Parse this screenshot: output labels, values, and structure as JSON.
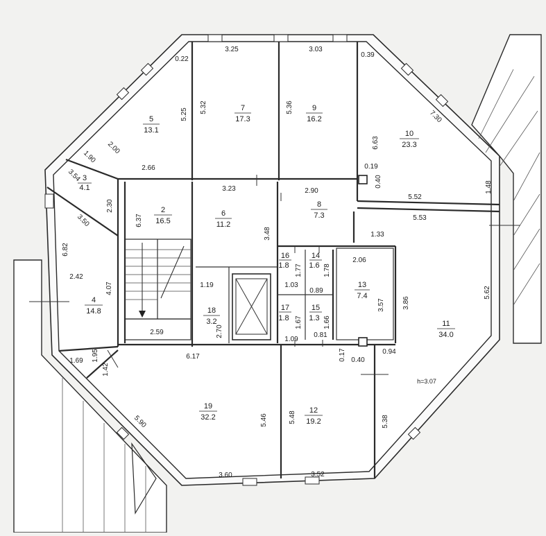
{
  "height_note": "h=3.07",
  "rooms": [
    {
      "id": "5",
      "no": "5",
      "area": "13.1"
    },
    {
      "id": "7",
      "no": "7",
      "area": "17.3"
    },
    {
      "id": "9",
      "no": "9",
      "area": "16.2"
    },
    {
      "id": "10",
      "no": "10",
      "area": "23.3"
    },
    {
      "id": "3",
      "no": "3",
      "area": "4.1"
    },
    {
      "id": "2",
      "no": "2",
      "area": "16.5"
    },
    {
      "id": "6",
      "no": "6",
      "area": "11.2"
    },
    {
      "id": "8",
      "no": "8",
      "area": "7.3"
    },
    {
      "id": "16",
      "no": "16",
      "area": "1.8"
    },
    {
      "id": "14",
      "no": "14",
      "area": "1.6"
    },
    {
      "id": "13",
      "no": "13",
      "area": "7.4"
    },
    {
      "id": "4",
      "no": "4",
      "area": "14.8"
    },
    {
      "id": "18",
      "no": "18",
      "area": "3.2"
    },
    {
      "id": "17",
      "no": "17",
      "area": "1.8"
    },
    {
      "id": "15",
      "no": "15",
      "area": "1.3"
    },
    {
      "id": "11",
      "no": "11",
      "area": "34.0"
    },
    {
      "id": "19",
      "no": "19",
      "area": "32.2"
    },
    {
      "id": "12",
      "no": "12",
      "area": "19.2"
    }
  ],
  "dimensions": [
    "3.25",
    "3.03",
    "0.22",
    "0.39",
    "5.25",
    "5.32",
    "5.36",
    "6.63",
    "7.30",
    "2.00",
    "1.90",
    "2.66",
    "0.19",
    "0.40",
    "1.48",
    "3.54",
    "3.23",
    "2.90",
    "5.52",
    "5.53",
    "2.30",
    "6.37",
    "3.50",
    "3.48",
    "1.33",
    "6.82",
    "2.06",
    "1.77",
    "1.78",
    "3.57",
    "3.86",
    "5.62",
    "2.42",
    "4.07",
    "1.19",
    "1.03",
    "0.89",
    "2.70",
    "1.67",
    "1.66",
    "2.59",
    "1.09",
    "0.81",
    "0.17",
    "0.40",
    "0.94",
    "1.69",
    "1.95",
    "1.42",
    "6.17",
    "5.90",
    "5.46",
    "5.48",
    "5.38",
    "3.60",
    "3.52"
  ]
}
